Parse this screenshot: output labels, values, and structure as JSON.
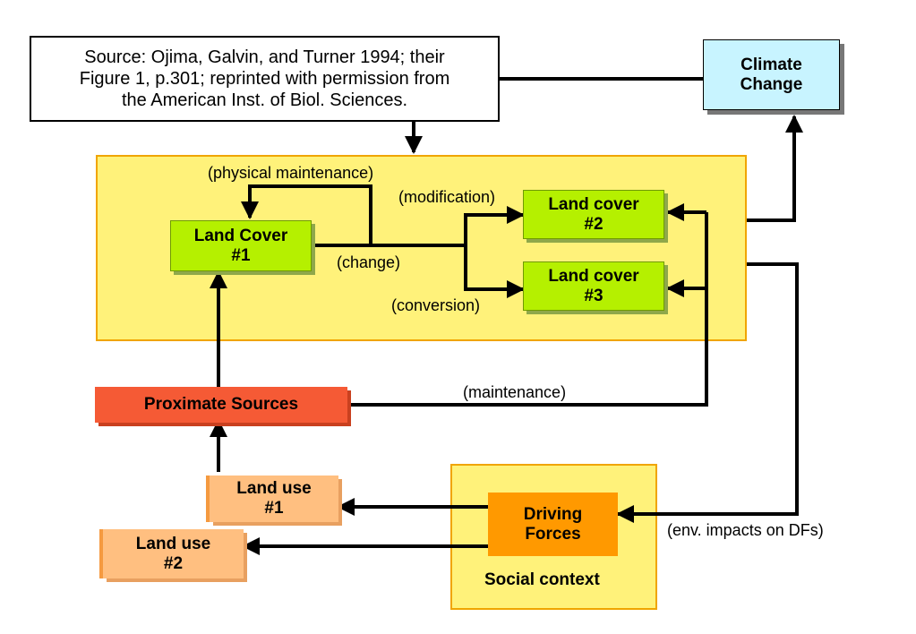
{
  "source_note": "Source: Ojima, Galvin, and Turner 1994; their\nFigure 1, p.301; reprinted with permission from\nthe American Inst. of Biol. Sciences.",
  "nodes": {
    "climate_change": "Climate\nChange",
    "land_cover_1": "Land Cover\n#1",
    "land_cover_2": "Land cover\n#2",
    "land_cover_3": "Land cover\n#3",
    "proximate_sources": "Proximate Sources",
    "land_use_1": "Land use\n#1",
    "land_use_2": "Land use\n#2",
    "driving_forces": "Driving\nForces",
    "social_context": "Social context"
  },
  "edge_labels": {
    "physical_maintenance": "(physical maintenance)",
    "modification": "(modification)",
    "change": "(change)",
    "conversion": "(conversion)",
    "maintenance": "(maintenance)",
    "env_impacts": "(env. impacts on DFs)"
  },
  "colors": {
    "panel_fill": "#fff27a",
    "panel_border": "#f0a500",
    "land_cover": "#b5f000",
    "proximate_sources": "#f55a35",
    "land_use": "#ffbf80",
    "driving_forces": "#ff9900",
    "climate_change": "#c8f4ff"
  }
}
